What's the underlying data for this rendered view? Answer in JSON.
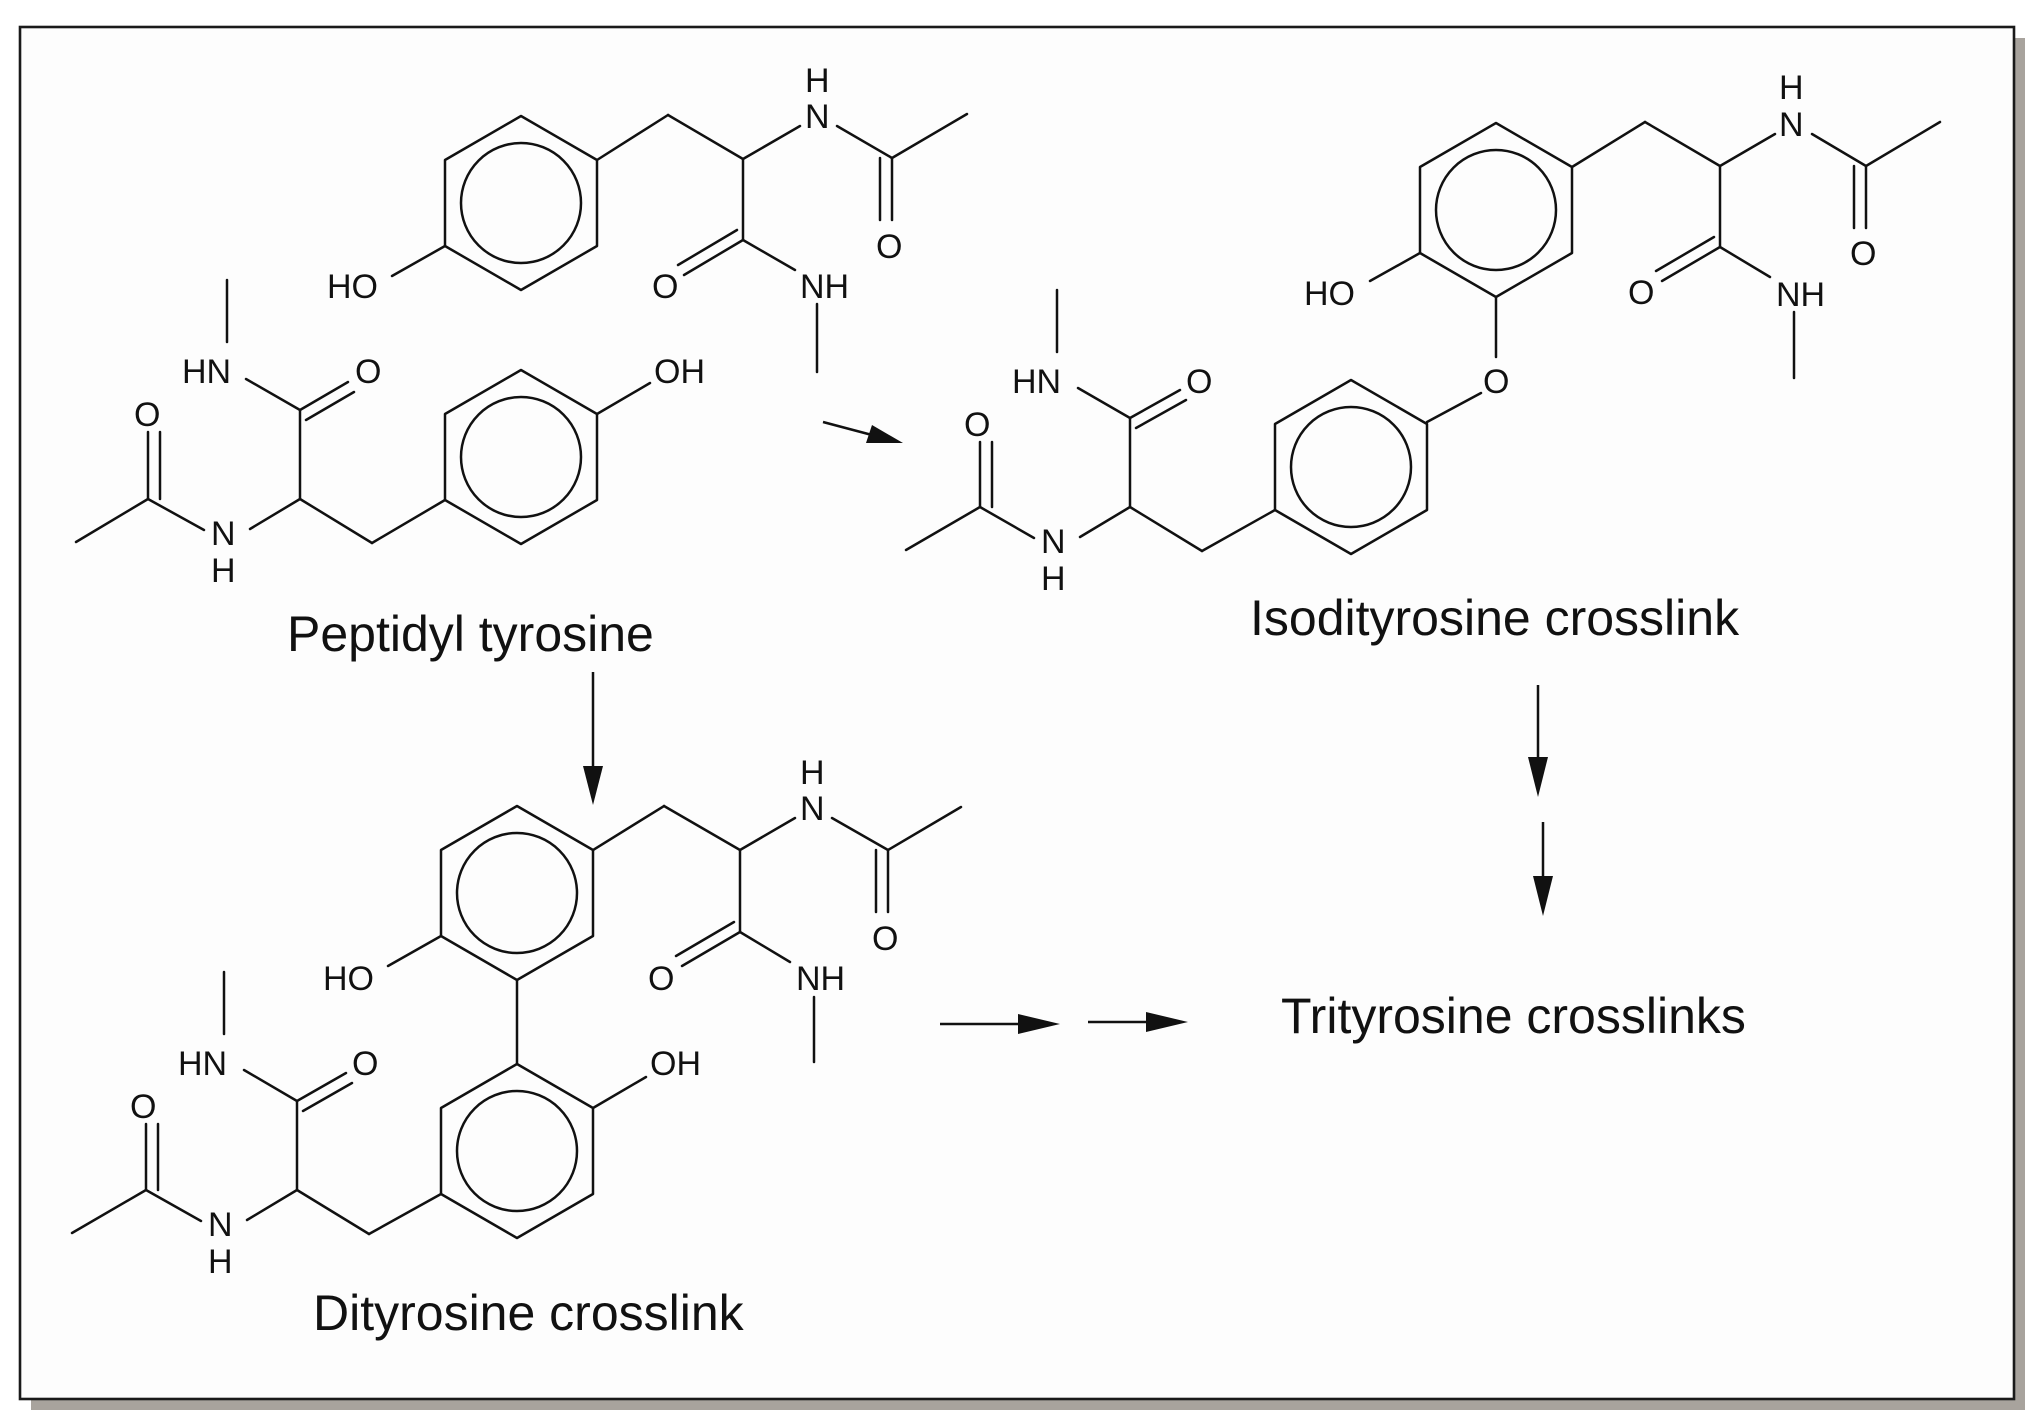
{
  "labels": {
    "peptidyl_tyrosine": "Peptidyl tyrosine",
    "isodityrosine": "Isodityrosine crosslink",
    "dityrosine": "Dityrosine crosslink",
    "trityrosine": "Trityrosine crosslinks"
  },
  "atoms": {
    "H": "H",
    "N": "N",
    "NH": "NH",
    "HN": "HN",
    "O": "O",
    "HO": "HO",
    "OH": "OH"
  }
}
